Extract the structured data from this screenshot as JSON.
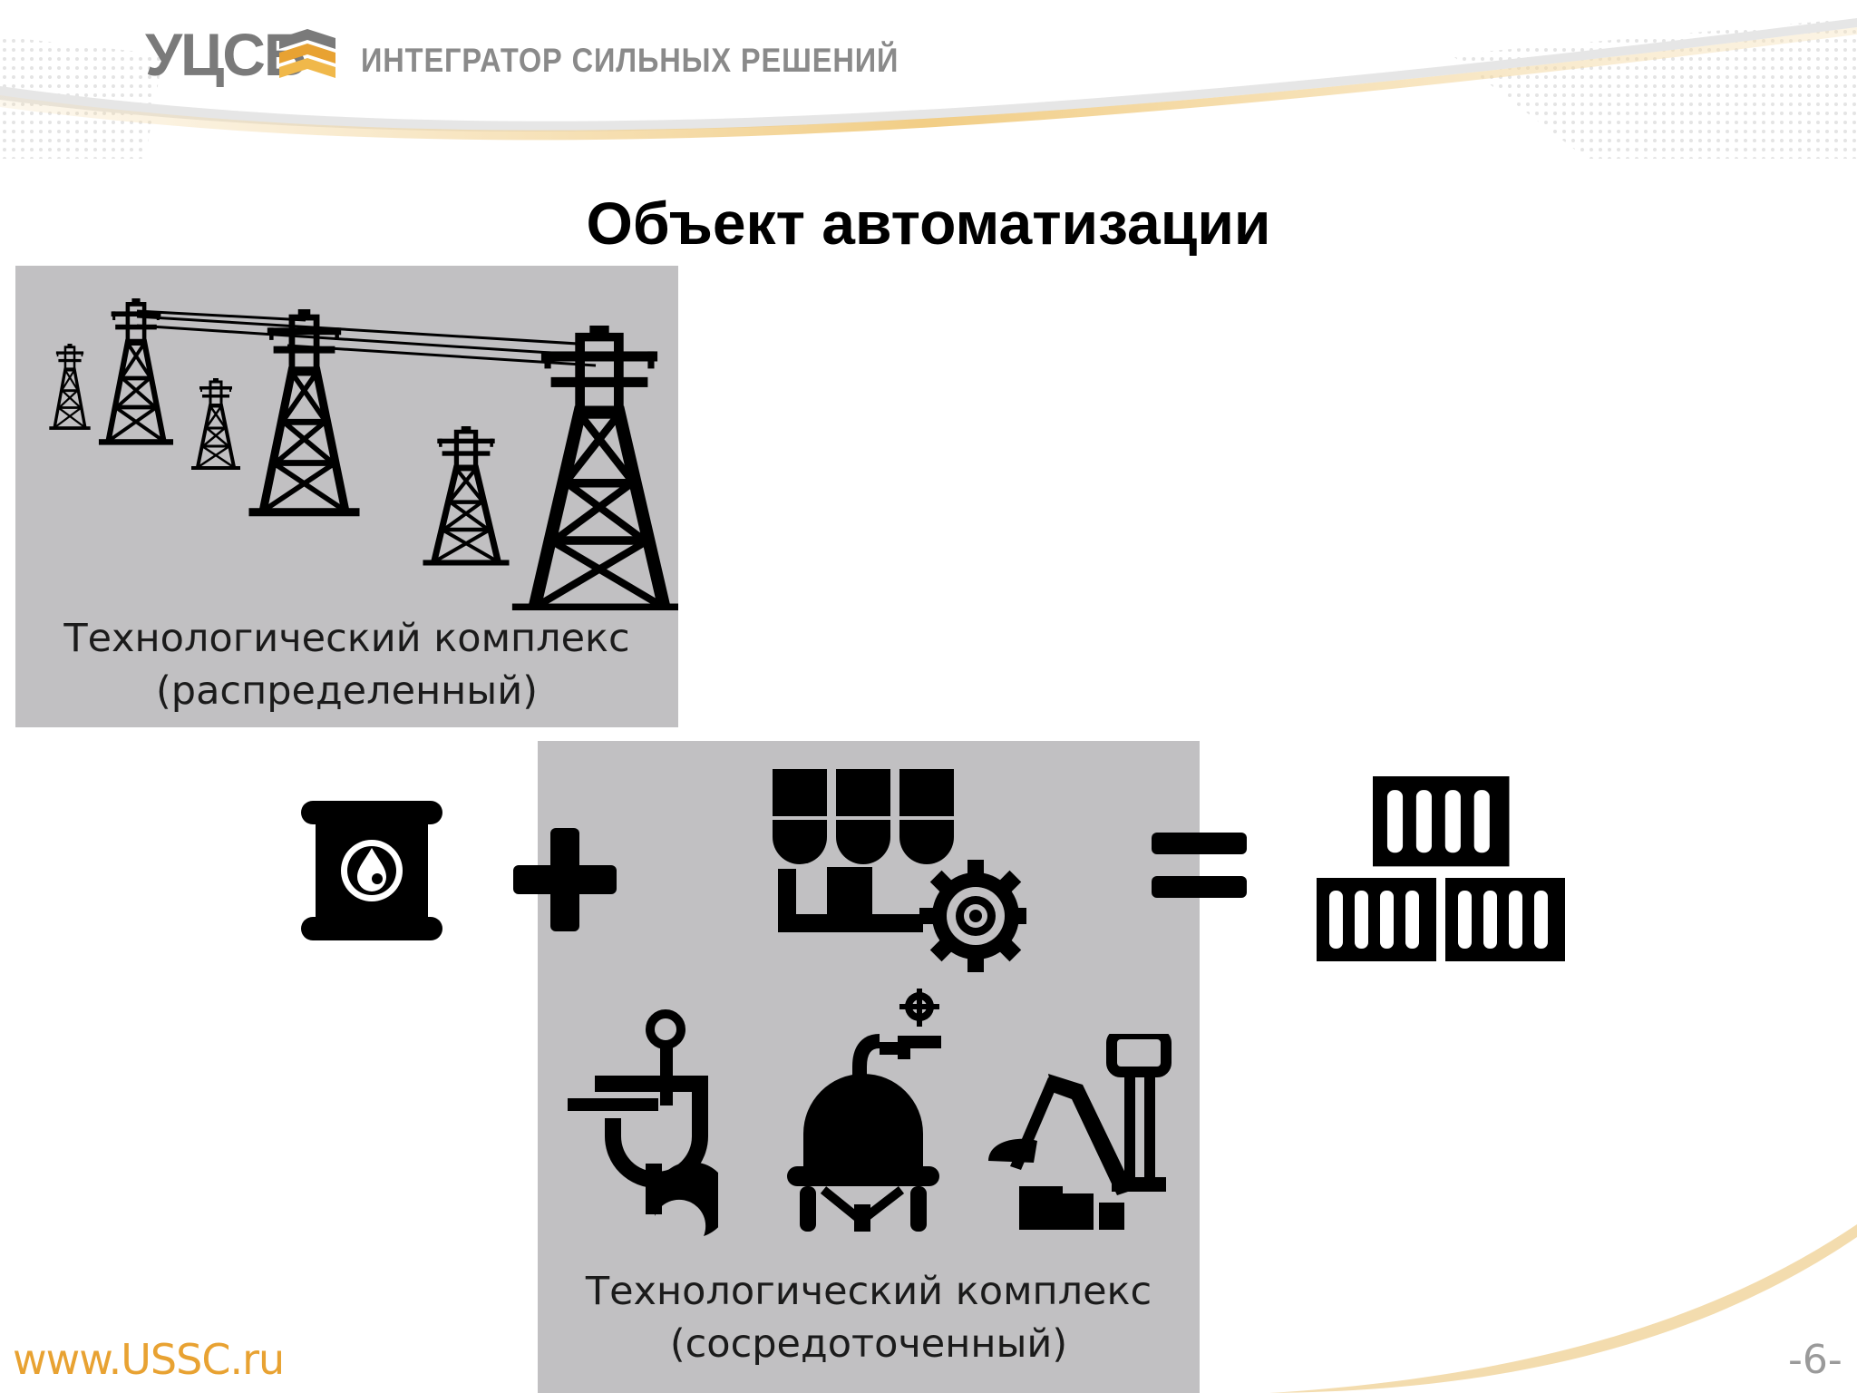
{
  "header": {
    "logo": "УЦСБ",
    "tagline": "ИНТЕГРАТОР СИЛЬНЫХ РЕШЕНИЙ"
  },
  "title": "Объект автоматизации",
  "panels": {
    "distributed": {
      "caption_line1": "Технологический комплекс",
      "caption_line2": "(распределенный)"
    },
    "concentrated": {
      "caption_line1": "Технологический комплекс",
      "caption_line2": "(сосредоточенный)"
    }
  },
  "footer": {
    "url": "www.USSC.ru",
    "page_number": "-6-"
  },
  "colors": {
    "accent": "#e8a232",
    "panel": "#c1c0c2",
    "logo_gray": "#7a7a7a"
  },
  "icons": [
    "power-tower-icon",
    "oil-barrel-icon",
    "plus-icon",
    "factory-gear-icon",
    "equals-icon",
    "containers-icon",
    "crane-hook-icon",
    "reactor-tank-icon",
    "excavator-icon"
  ]
}
